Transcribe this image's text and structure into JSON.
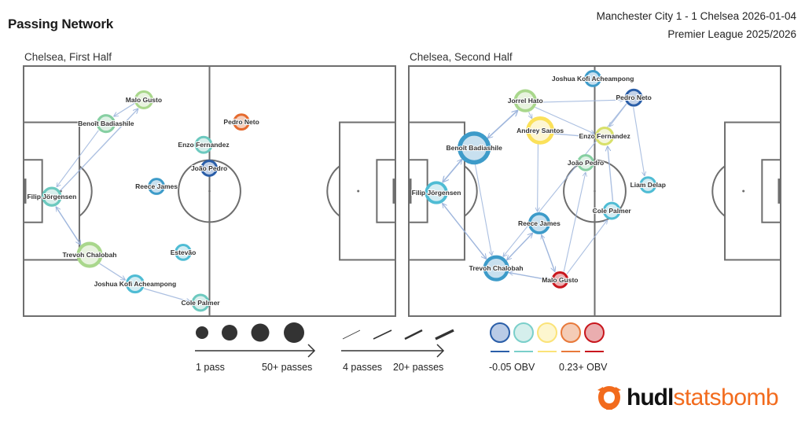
{
  "header": {
    "title": "Passing Network",
    "match": "Manchester City 1 - 1 Chelsea 2026-01-04",
    "competition": "Premier League 2025/2026"
  },
  "chart_data": [
    {
      "type": "scatter",
      "title": "Chelsea, First Half",
      "pitch": {
        "length": 120,
        "width": 80,
        "attacking_direction": "right"
      },
      "nodes": [
        {
          "name": "Filip Jörgensen",
          "x": 9.1,
          "y": 41.8,
          "passes": 18,
          "obv": "teal"
        },
        {
          "name": "Benoît Badiashile",
          "x": 26.6,
          "y": 18.4,
          "passes": 16,
          "obv": "green"
        },
        {
          "name": "Malo Gusto",
          "x": 38.8,
          "y": 10.8,
          "passes": 16,
          "obv": "lightgreen"
        },
        {
          "name": "Trevoh Chalobah",
          "x": 21.3,
          "y": 60.4,
          "passes": 30,
          "obv": "lightgreen"
        },
        {
          "name": "Joshua Kofi Acheampong",
          "x": 36.0,
          "y": 69.7,
          "passes": 16,
          "obv": "cyan"
        },
        {
          "name": "Cole Palmer",
          "x": 57.1,
          "y": 75.7,
          "passes": 14,
          "obv": "teal"
        },
        {
          "name": "Estevão",
          "x": 51.5,
          "y": 59.6,
          "passes": 12,
          "obv": "cyan"
        },
        {
          "name": "Reece James",
          "x": 42.9,
          "y": 38.5,
          "passes": 12,
          "obv": "blue"
        },
        {
          "name": "Enzo Fernandez",
          "x": 58.1,
          "y": 25.2,
          "passes": 14,
          "obv": "teal"
        },
        {
          "name": "João Pedro",
          "x": 59.9,
          "y": 32.7,
          "passes": 12,
          "obv": "darkblue"
        },
        {
          "name": "Pedro Neto",
          "x": 70.3,
          "y": 17.9,
          "passes": 12,
          "obv": "orange"
        }
      ],
      "edges": [
        {
          "from": "Malo Gusto",
          "to": "Benoît Badiashile",
          "passes": 5
        },
        {
          "from": "Filip Jörgensen",
          "to": "Malo Gusto",
          "passes": 6
        },
        {
          "from": "Benoît Badiashile",
          "to": "Filip Jörgensen",
          "passes": 4
        },
        {
          "from": "Filip Jörgensen",
          "to": "Trevoh Chalobah",
          "passes": 6
        },
        {
          "from": "Trevoh Chalobah",
          "to": "Filip Jörgensen",
          "passes": 5
        },
        {
          "from": "Trevoh Chalobah",
          "to": "Joshua Kofi Acheampong",
          "passes": 5
        },
        {
          "from": "Joshua Kofi Acheampong",
          "to": "Cole Palmer",
          "passes": 5
        }
      ]
    },
    {
      "type": "scatter",
      "title": "Chelsea, Second Half",
      "pitch": {
        "length": 120,
        "width": 80,
        "attacking_direction": "right"
      },
      "nodes": [
        {
          "name": "Filip Jörgensen",
          "x": 8.9,
          "y": 40.5,
          "passes": 24,
          "obv": "cyan"
        },
        {
          "name": "Benoît Badiashile",
          "x": 21.1,
          "y": 26.2,
          "passes": 44,
          "obv": "blue"
        },
        {
          "name": "Jorrel Hato",
          "x": 37.6,
          "y": 11.1,
          "passes": 24,
          "obv": "lightgreen"
        },
        {
          "name": "Andrey Santos",
          "x": 42.4,
          "y": 20.6,
          "passes": 34,
          "obv": "yellow"
        },
        {
          "name": "Joshua Kofi Acheampong",
          "x": 59.4,
          "y": 4.0,
          "passes": 12,
          "obv": "blue"
        },
        {
          "name": "Pedro Neto",
          "x": 72.6,
          "y": 10.1,
          "passes": 14,
          "obv": "darkblue"
        },
        {
          "name": "Enzo Fernandez",
          "x": 63.2,
          "y": 22.4,
          "passes": 16,
          "obv": "yellowgreen"
        },
        {
          "name": "João Pedro",
          "x": 57.1,
          "y": 30.9,
          "passes": 12,
          "obv": "green"
        },
        {
          "name": "Liam Delap",
          "x": 77.2,
          "y": 38.0,
          "passes": 12,
          "obv": "cyan"
        },
        {
          "name": "Cole Palmer",
          "x": 65.5,
          "y": 46.3,
          "passes": 14,
          "obv": "cyan"
        },
        {
          "name": "Reece James",
          "x": 42.1,
          "y": 50.3,
          "passes": 22,
          "obv": "blue"
        },
        {
          "name": "Trevoh Chalobah",
          "x": 28.2,
          "y": 64.7,
          "passes": 30,
          "obv": "blue"
        },
        {
          "name": "Malo Gusto",
          "x": 48.8,
          "y": 68.4,
          "passes": 12,
          "obv": "red"
        }
      ],
      "edges": [
        {
          "from": "Benoît Badiashile",
          "to": "Jorrel Hato",
          "passes": 8
        },
        {
          "from": "Jorrel Hato",
          "to": "Benoît Badiashile",
          "passes": 6
        },
        {
          "from": "Benoît Badiashile",
          "to": "Filip Jörgensen",
          "passes": 8
        },
        {
          "from": "Filip Jörgensen",
          "to": "Benoît Badiashile",
          "passes": 6
        },
        {
          "from": "Filip Jörgensen",
          "to": "Trevoh Chalobah",
          "passes": 6
        },
        {
          "from": "Trevoh Chalobah",
          "to": "Filip Jörgensen",
          "passes": 5
        },
        {
          "from": "Jorrel Hato",
          "to": "Andrey Santos",
          "passes": 4
        },
        {
          "from": "Jorrel Hato",
          "to": "Pedro Neto",
          "passes": 4
        },
        {
          "from": "Jorrel Hato",
          "to": "Enzo Fernandez",
          "passes": 4
        },
        {
          "from": "Andrey Santos",
          "to": "Enzo Fernandez",
          "passes": 6
        },
        {
          "from": "Pedro Neto",
          "to": "Enzo Fernandez",
          "passes": 4
        },
        {
          "from": "Pedro Neto",
          "to": "Liam Delap",
          "passes": 4
        },
        {
          "from": "Pedro Neto",
          "to": "Trevoh Chalobah",
          "passes": 4
        },
        {
          "from": "Cole Palmer",
          "to": "Enzo Fernandez",
          "passes": 6
        },
        {
          "from": "Andrey Santos",
          "to": "Reece James",
          "passes": 4
        },
        {
          "from": "Benoît Badiashile",
          "to": "Trevoh Chalobah",
          "passes": 4
        },
        {
          "from": "Trevoh Chalobah",
          "to": "Reece James",
          "passes": 6
        },
        {
          "from": "Reece James",
          "to": "Trevoh Chalobah",
          "passes": 5
        },
        {
          "from": "Reece James",
          "to": "Malo Gusto",
          "passes": 6
        },
        {
          "from": "Malo Gusto",
          "to": "Reece James",
          "passes": 4
        },
        {
          "from": "Trevoh Chalobah",
          "to": "Malo Gusto",
          "passes": 6
        },
        {
          "from": "Malo Gusto",
          "to": "Trevoh Chalobah",
          "passes": 4
        },
        {
          "from": "Malo Gusto",
          "to": "Cole Palmer",
          "passes": 4
        },
        {
          "from": "Malo Gusto",
          "to": "João Pedro",
          "passes": 4
        }
      ]
    }
  ],
  "obv_colors": {
    "darkblue": {
      "ring": "#2a5ea8",
      "fill": "#c3d2e8"
    },
    "blue": {
      "ring": "#3d9bc9",
      "fill": "#c8e0ef"
    },
    "cyan": {
      "ring": "#4fbcd4",
      "fill": "#d4edf3"
    },
    "teal": {
      "ring": "#6cc9bf",
      "fill": "#d8efec"
    },
    "green": {
      "ring": "#86cfa2",
      "fill": "#def1e5"
    },
    "lightgreen": {
      "ring": "#a9d78c",
      "fill": "#e8f3df"
    },
    "yellowgreen": {
      "ring": "#d8e06a",
      "fill": "#f4f6dc"
    },
    "yellow": {
      "ring": "#fbe15a",
      "fill": "#fdf6d2"
    },
    "orange": {
      "ring": "#e56a2e",
      "fill": "#f5cfbd"
    },
    "red": {
      "ring": "#c8161d",
      "fill": "#eab1b3"
    }
  },
  "legend": {
    "size_min_label": "1 pass",
    "size_max_label": "50+ passes",
    "width_min_label": "4 passes",
    "width_max_label": "20+ passes",
    "obv_min_label": "-0.05 OBV",
    "obv_max_label": "0.23+ OBV",
    "obv_scale": [
      {
        "ring": "#2a5ea8",
        "fill": "#b9cbe6"
      },
      {
        "ring": "#7acfca",
        "fill": "#d5efec"
      },
      {
        "ring": "#fbe378",
        "fill": "#fdf6cf"
      },
      {
        "ring": "#e8793a",
        "fill": "#f4ccb6"
      },
      {
        "ring": "#c8161d",
        "fill": "#eaadaf"
      }
    ]
  },
  "logo": {
    "brand_bold": "hudl",
    "brand_light": "statsbomb",
    "brand_color": "#f26b1d"
  }
}
